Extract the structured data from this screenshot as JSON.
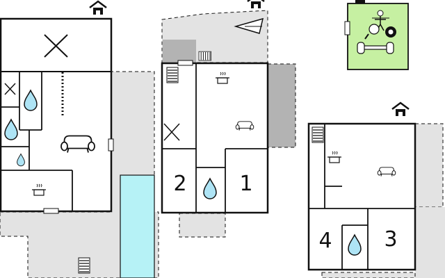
{
  "colors": {
    "wall": "#111111",
    "outdoor": "#e3e3e3",
    "outdoor_dark": "#b3b3b3",
    "pool": "#b6f2f6",
    "water": "#aee4f5",
    "amenity": "#c6f0a2"
  },
  "icons": [
    "entrance-house-icon",
    "cross-icon",
    "water-drop-icon",
    "sofa-icon",
    "cooking-pot-icon",
    "stairs-icon",
    "parking-arrow-icon",
    "billiard-ball-icon",
    "table-tennis-icon",
    "table-football-icon",
    "dumbbell-icon"
  ],
  "rooms": {
    "room_1": "1",
    "room_2": "2",
    "room_3": "3",
    "room_4": "4"
  }
}
